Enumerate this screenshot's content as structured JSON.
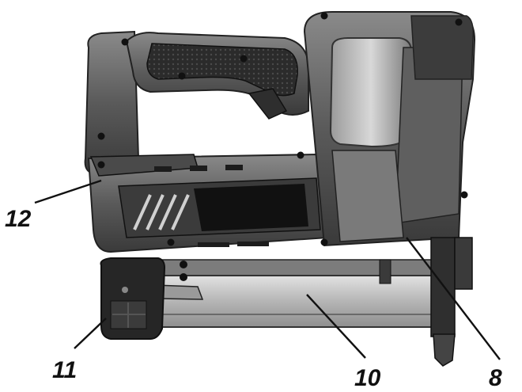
{
  "colors": {
    "body_dark": "#3a3a3a",
    "body_mid": "#6f6f6f",
    "body_light": "#b9b9b9",
    "metal": "#c8c8c8",
    "grip": "#2b2b2b",
    "label": "#111111"
  },
  "callouts": [
    {
      "id": "12",
      "label": "12"
    },
    {
      "id": "11",
      "label": "11"
    },
    {
      "id": "10",
      "label": "10"
    },
    {
      "id": "8",
      "label": "8"
    }
  ]
}
